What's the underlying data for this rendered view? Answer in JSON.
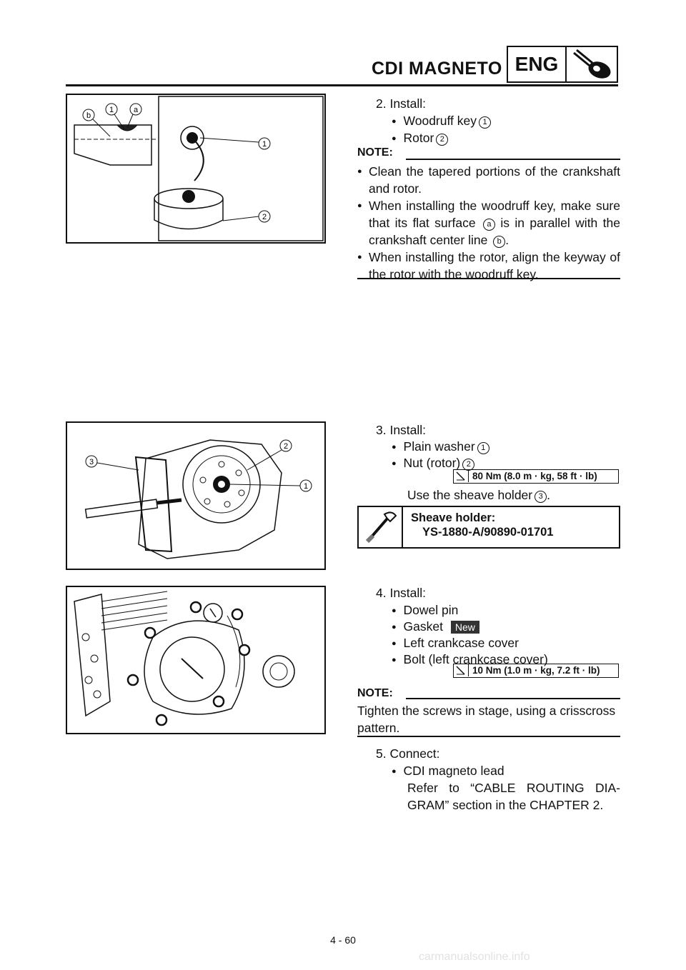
{
  "header": {
    "title": "CDI MAGNETO",
    "badge": "ENG",
    "icon": "wrench-icon"
  },
  "steps": {
    "s2": {
      "label": "2. Install:",
      "items": [
        "Woodruff key",
        "Rotor"
      ],
      "refs": [
        "1",
        "2"
      ]
    },
    "note1": {
      "label": "NOTE:",
      "items": [
        "Clean the tapered portions of the crankshaft and rotor.",
        "When installing the woodruff key, make sure that its flat surface",
        "is in parallel with the crankshaft center line",
        "When installing the rotor, align the keyway of the rotor with the woodruff key."
      ],
      "refs": [
        "a",
        "b"
      ]
    },
    "s3": {
      "label": "3. Install:",
      "items": [
        "Plain washer",
        "Nut (rotor)"
      ],
      "refs": [
        "1",
        "2",
        "3"
      ],
      "torque": "80 Nm (8.0 m · kg, 58 ft · lb)",
      "use_text": "Use the sheave holder",
      "tool_name": "Sheave holder:",
      "tool_number": "YS-1880-A/90890-01701"
    },
    "s4": {
      "label": "4. Install:",
      "items": [
        "Dowel pin",
        "Gasket",
        "Left crankcase cover",
        "Bolt (left crankcase cover)"
      ],
      "new_badge": "New",
      "torque": "10 Nm (1.0 m · kg, 7.2 ft · lb)"
    },
    "note2": {
      "label": "NOTE:",
      "text": "Tighten the screws in stage, using a crisscross pattern."
    },
    "s5": {
      "label": "5. Connect:",
      "items": [
        "CDI magneto lead"
      ],
      "line1": "Refer to “CABLE ROUTING DIA-",
      "line2": "GRAM” section in the CHAPTER 2."
    }
  },
  "figures": {
    "fig1_labels": [
      "b",
      "1",
      "a",
      "1",
      "2"
    ],
    "fig2_labels": [
      "3",
      "2",
      "1"
    ]
  },
  "footer": {
    "page_number": "4 - 60",
    "watermark": "carmanualsonline.info"
  }
}
